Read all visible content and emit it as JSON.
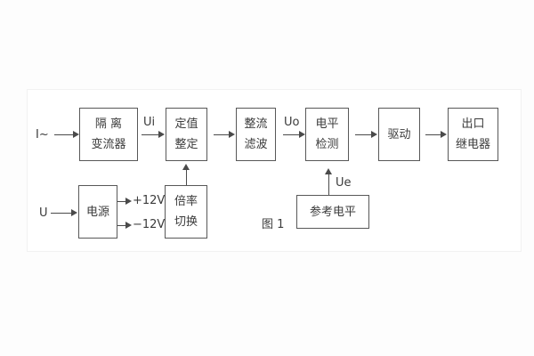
{
  "figure": {
    "caption": "图 1",
    "colors": {
      "line": "#4a4a4a",
      "text": "#3b3b3b",
      "background": "#ffffff"
    }
  },
  "inputs": {
    "current": "I~",
    "voltage": "U"
  },
  "signals": {
    "ui": "Ui",
    "uo": "Uo",
    "ue": "Ue",
    "plus12": "+12V",
    "minus12": "−12V"
  },
  "blocks": {
    "isolation": {
      "line1": "隔 离",
      "line2": "变流器"
    },
    "setting": {
      "line1": "定值",
      "line2": "整定"
    },
    "rectifier": {
      "line1": "整流",
      "line2": "滤波"
    },
    "level": {
      "line1": "电平",
      "line2": "检测"
    },
    "drive": {
      "line1": "驱动"
    },
    "relay": {
      "line1": "出口",
      "line2": "继电器"
    },
    "power": {
      "line1": "电源"
    },
    "multiplier": {
      "line1": "倍率",
      "line2": "切换"
    },
    "reference": {
      "line1": "参考电平"
    }
  }
}
